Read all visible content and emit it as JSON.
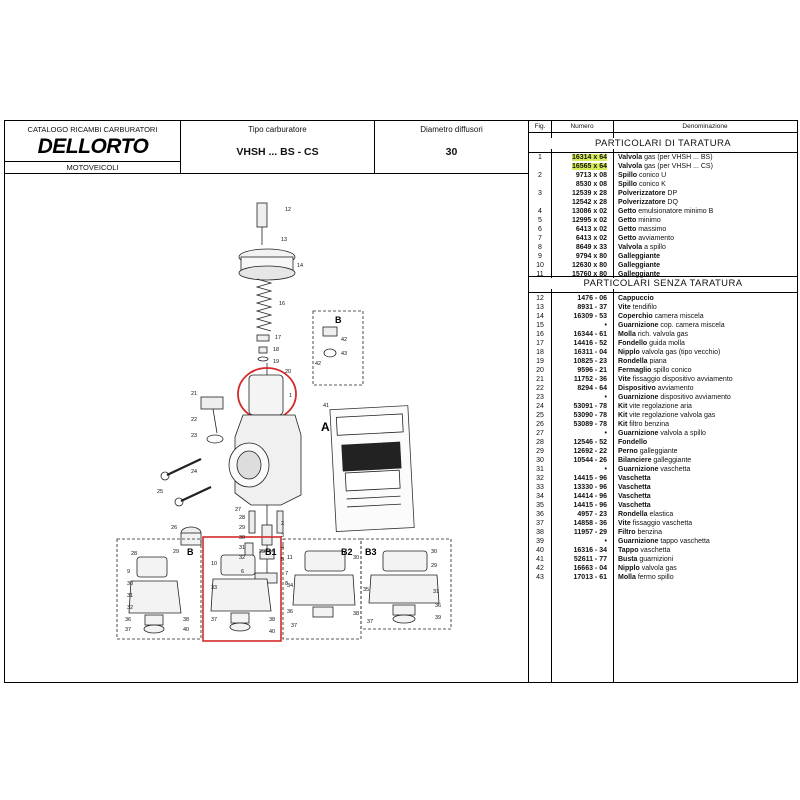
{
  "header": {
    "catalog_title": "CATALOGO RICAMBI CARBURATORI",
    "brand": "DELLORTO",
    "category": "MOTOVEICOLI",
    "type_label": "Tipo carburatore",
    "type_value": "VHSH ... BS - CS",
    "diam_label": "Diametro diffusori",
    "diam_value": "30"
  },
  "columns": {
    "fig": "Fig.",
    "numero": "Numero",
    "denominazione": "Denominazione"
  },
  "sections": {
    "taratura": "PARTICOLARI DI TARATURA",
    "senza_taratura": "PARTICOLARI SENZA TARATURA"
  },
  "parts_taratura": [
    {
      "fig": "1",
      "num": "16314 x 64",
      "name": "Valvola",
      "desc": " gas (per VHSH ... BS)",
      "hl": true
    },
    {
      "fig": "",
      "num": "16565 x 64",
      "name": "Valvola",
      "desc": " gas (per VHSH ... CS)",
      "hl": true
    },
    {
      "fig": "2",
      "num": "9713 x 08",
      "name": "Spillo",
      "desc": " conico U"
    },
    {
      "fig": "",
      "num": "8530 x 08",
      "name": "Spillo",
      "desc": " conico K"
    },
    {
      "fig": "3",
      "num": "12539 x 28",
      "name": "Polverizzatore",
      "desc": " DP"
    },
    {
      "fig": "",
      "num": "12542 x 28",
      "name": "Polverizzatore",
      "desc": " DQ"
    },
    {
      "fig": "4",
      "num": "13086 x 02",
      "name": "Getto",
      "desc": " emulsionatore minimo B"
    },
    {
      "fig": "5",
      "num": "12995 x 02",
      "name": "Getto",
      "desc": " minimo"
    },
    {
      "fig": "6",
      "num": "6413 x 02",
      "name": "Getto",
      "desc": " massimo"
    },
    {
      "fig": "7",
      "num": "6413 x 02",
      "name": "Getto",
      "desc": " avviamento"
    },
    {
      "fig": "8",
      "num": "8649 x 33",
      "name": "Valvola",
      "desc": " a spillo"
    },
    {
      "fig": "9",
      "num": "9794 x 80",
      "name": "Galleggiante",
      "desc": ""
    },
    {
      "fig": "10",
      "num": "12630 x 80",
      "name": "Galleggiante",
      "desc": ""
    },
    {
      "fig": "11",
      "num": "15760 x 80",
      "name": "Galleggiante",
      "desc": ""
    }
  ],
  "parts_senza": [
    {
      "fig": "12",
      "num": "1476 - 06",
      "name": "Cappuccio",
      "desc": ""
    },
    {
      "fig": "13",
      "num": "8931 - 37",
      "name": "Vite",
      "desc": " tendifilo"
    },
    {
      "fig": "14",
      "num": "16309 - 53",
      "name": "Coperchio",
      "desc": " camera miscela"
    },
    {
      "fig": "15",
      "num": "•",
      "name": "Guarnizione",
      "desc": " cop. camera miscela"
    },
    {
      "fig": "16",
      "num": "16344 - 61",
      "name": "Molla",
      "desc": " rich. valvola gas"
    },
    {
      "fig": "17",
      "num": "14416 - 52",
      "name": "Fondello",
      "desc": " guida molla"
    },
    {
      "fig": "18",
      "num": "16311 - 04",
      "name": "Nipplo",
      "desc": " valvola gas (tipo vecchio)"
    },
    {
      "fig": "19",
      "num": "10825 - 23",
      "name": "Rondella",
      "desc": " piana"
    },
    {
      "fig": "20",
      "num": "9596 - 21",
      "name": "Fermaglio",
      "desc": " spillo conico"
    },
    {
      "fig": "21",
      "num": "11752 - 36",
      "name": "Vite",
      "desc": " fissaggio dispositivo avviamento"
    },
    {
      "fig": "22",
      "num": "8294 - 64",
      "name": "Dispositivo",
      "desc": " avviamento"
    },
    {
      "fig": "23",
      "num": "•",
      "name": "Guarnizione",
      "desc": " dispositivo avviamento"
    },
    {
      "fig": "24",
      "num": "53091 - 78",
      "name": "Kit",
      "desc": " vite regolazione aria"
    },
    {
      "fig": "25",
      "num": "53090 - 78",
      "name": "Kit",
      "desc": " vite regolazione valvola gas"
    },
    {
      "fig": "26",
      "num": "53089 - 78",
      "name": "Kit",
      "desc": " filtro benzina"
    },
    {
      "fig": "27",
      "num": "•",
      "name": "Guarnizione",
      "desc": " valvola a spillo"
    },
    {
      "fig": "28",
      "num": "12546 - 52",
      "name": "Fondello",
      "desc": ""
    },
    {
      "fig": "29",
      "num": "12692 - 22",
      "name": "Perno",
      "desc": " galleggiante"
    },
    {
      "fig": "30",
      "num": "10544 - 26",
      "name": "Bilanciere",
      "desc": " galleggiante"
    },
    {
      "fig": "31",
      "num": "•",
      "name": "Guarnizione",
      "desc": " vaschetta"
    },
    {
      "fig": "32",
      "num": "14415 - 96",
      "name": "Vaschetta",
      "desc": ""
    },
    {
      "fig": "33",
      "num": "13330 - 96",
      "name": "Vaschetta",
      "desc": ""
    },
    {
      "fig": "34",
      "num": "14414 - 96",
      "name": "Vaschetta",
      "desc": ""
    },
    {
      "fig": "35",
      "num": "14415 - 96",
      "name": "Vaschetta",
      "desc": ""
    },
    {
      "fig": "36",
      "num": "4957 - 23",
      "name": "Rondella",
      "desc": " elastica"
    },
    {
      "fig": "37",
      "num": "14858 - 36",
      "name": "Vite",
      "desc": " fissaggio vaschetta"
    },
    {
      "fig": "38",
      "num": "11957 - 29",
      "name": "Filtro",
      "desc": " benzina"
    },
    {
      "fig": "39",
      "num": "•",
      "name": "Guarnizione",
      "desc": " tappo vaschetta"
    },
    {
      "fig": "40",
      "num": "16316 - 34",
      "name": "Tappo",
      "desc": " vaschetta"
    },
    {
      "fig": "41",
      "num": "52611 - 77",
      "name": "Busta",
      "desc": " guarnizioni"
    },
    {
      "fig": "42",
      "num": "16663 - 04",
      "name": "Nipplo",
      "desc": " valvola gas"
    },
    {
      "fig": "43",
      "num": "17013 - 61",
      "name": "Molla",
      "desc": " fermo spillo"
    }
  ],
  "diagram": {
    "main_label": "A",
    "inset_label": "B",
    "variant_labels": [
      "B",
      "B1",
      "B2",
      "B3"
    ],
    "callouts_main": [
      "12",
      "14",
      "13",
      "16",
      "17",
      "18",
      "19",
      "20",
      "1",
      "21",
      "22",
      "23",
      "24",
      "25",
      "26",
      "27",
      "28",
      "29",
      "30",
      "31",
      "32",
      "2",
      "3",
      "4",
      "5",
      "6",
      "7",
      "8",
      "9",
      "10",
      "11",
      "36",
      "37",
      "38",
      "39",
      "40",
      "41"
    ],
    "callouts_inset": [
      "42",
      "43"
    ],
    "callouts_variant": [
      "28",
      "29",
      "30",
      "9",
      "10",
      "11",
      "31",
      "32",
      "33",
      "34",
      "35",
      "36",
      "37",
      "38",
      "39",
      "40"
    ],
    "bag_text": "DELLORTO",
    "accent_red": "#d42a2a",
    "highlight": "#d8ec5a"
  }
}
